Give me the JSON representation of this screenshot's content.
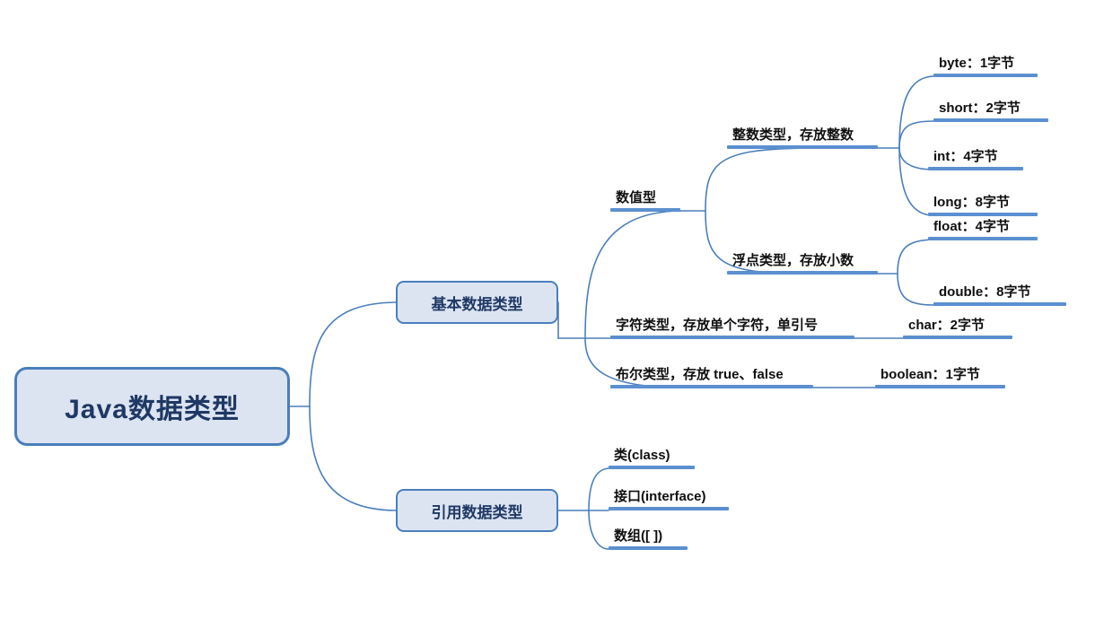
{
  "diagram": {
    "title": "Java数据类型",
    "type": "mind-map",
    "colors": {
      "node_fill": "#DCE4F2",
      "node_border": "#4A7EBB",
      "connector": "#4A7EBB",
      "underline_bar": "#5B8FD0",
      "text": "#1F3864",
      "leaf_text": "#0f0f0f",
      "background": "#FFFFFF"
    }
  },
  "root": {
    "label": "Java数据类型"
  },
  "branches": [
    {
      "id": "primitive",
      "label": "基本数据类型",
      "children": [
        {
          "id": "numeric",
          "label": "数值型",
          "children": [
            {
              "id": "integer",
              "label": "整数类型，存放整数",
              "children": [
                {
                  "id": "byte",
                  "label": "byte：1字节"
                },
                {
                  "id": "short",
                  "label": "short：2字节"
                },
                {
                  "id": "int",
                  "label": "int：4字节"
                },
                {
                  "id": "long",
                  "label": "long：8字节"
                }
              ]
            },
            {
              "id": "floating",
              "label": "浮点类型，存放小数",
              "children": [
                {
                  "id": "float",
                  "label": "float：4字节"
                },
                {
                  "id": "double",
                  "label": "double：8字节"
                }
              ]
            }
          ]
        },
        {
          "id": "character",
          "label": "字符类型，存放单个字符，单引号",
          "children": [
            {
              "id": "char",
              "label": "char：2字节"
            }
          ]
        },
        {
          "id": "boolean-type",
          "label": "布尔类型，存放 true、false",
          "children": [
            {
              "id": "boolean",
              "label": "boolean：1字节"
            }
          ]
        }
      ]
    },
    {
      "id": "reference",
      "label": "引用数据类型",
      "children": [
        {
          "id": "class",
          "label": "类(class)"
        },
        {
          "id": "interface",
          "label": "接口(interface)"
        },
        {
          "id": "array",
          "label": "数组([ ])"
        }
      ]
    }
  ]
}
